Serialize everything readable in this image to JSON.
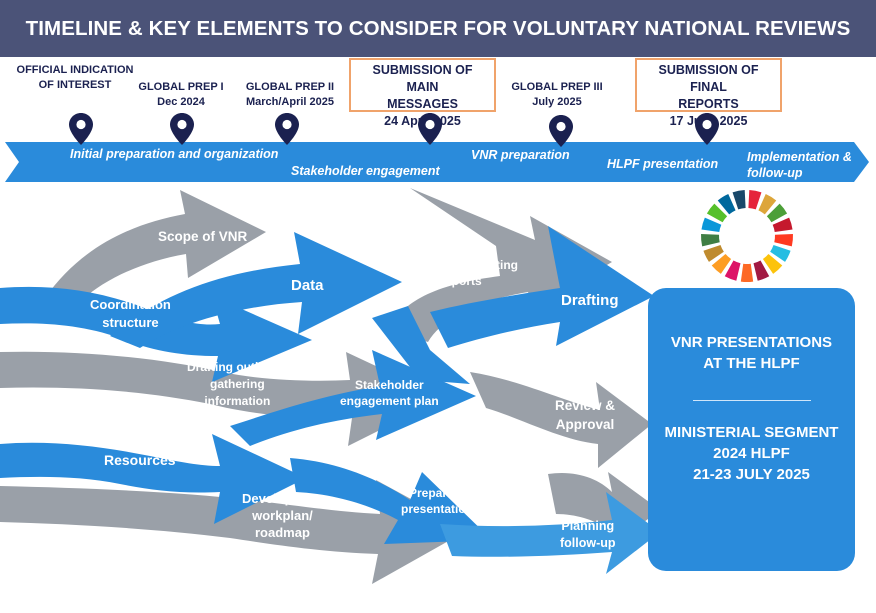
{
  "header": {
    "title": "TIMELINE & KEY ELEMENTS TO CONSIDER FOR VOLUNTARY NATIONAL REVIEWS"
  },
  "milestones": [
    {
      "line1": "OFFICIAL INDICATION",
      "line2": "OF INTEREST"
    },
    {
      "line1": "GLOBAL PREP I",
      "line2": "Dec 2024"
    },
    {
      "line1": "GLOBAL PREP II",
      "line2": "March/April 2025"
    },
    {
      "line1": "SUBMISSION OF MAIN",
      "line2": "MESSAGES",
      "line3": "24 April 2025",
      "highlighted": true
    },
    {
      "line1": "GLOBAL PREP III",
      "line2": "July 2025"
    },
    {
      "line1": "SUBMISSION OF FINAL",
      "line2": "REPORTS",
      "line3": "17 June 2025",
      "highlighted": true
    }
  ],
  "timeline": {
    "phases": [
      "Initial preparation and organization",
      "Stakeholder engagement",
      "VNR preparation",
      "HLPF presentation",
      "Implementation &",
      "follow-up"
    ],
    "color": "#2a8bdb"
  },
  "flows": {
    "scope": "Scope of VNR",
    "data": "Data",
    "existing_1": "Drawing on existing",
    "existing_2": "reports",
    "coord_1": "Coordination",
    "coord_2": "structure",
    "drafting": "Drafting",
    "outline_1": "Drafting outline &",
    "outline_2": "gathering",
    "outline_3": "information",
    "stake_1": "Stakeholder",
    "stake_2": "engagement plan",
    "review_1": "Review &",
    "review_2": "Approval",
    "resources": "Resources",
    "workplan_1": "Developing a",
    "workplan_2": "workplan/",
    "workplan_3": "roadmap",
    "prep_1": "Preparing",
    "prep_2": "presentation",
    "follow_1": "Planning",
    "follow_2": "follow-up"
  },
  "vnr_box": {
    "title_1": "VNR PRESENTATIONS",
    "title_2": "AT THE HLPF",
    "seg_1": "MINISTERIAL SEGMENT",
    "seg_2": "2024 HLPF",
    "seg_3": "21-23  JULY 2025"
  },
  "colors": {
    "header": "#4b5378",
    "blue": "#2a8bdb",
    "light_blue": "#3d9be0",
    "gray": "#9aa0a8",
    "navy": "#1b2150",
    "highlight_border": "#f0a36b"
  },
  "icons": {
    "pin": "map-pin-icon",
    "sdg": "sdg-wheel-icon"
  }
}
